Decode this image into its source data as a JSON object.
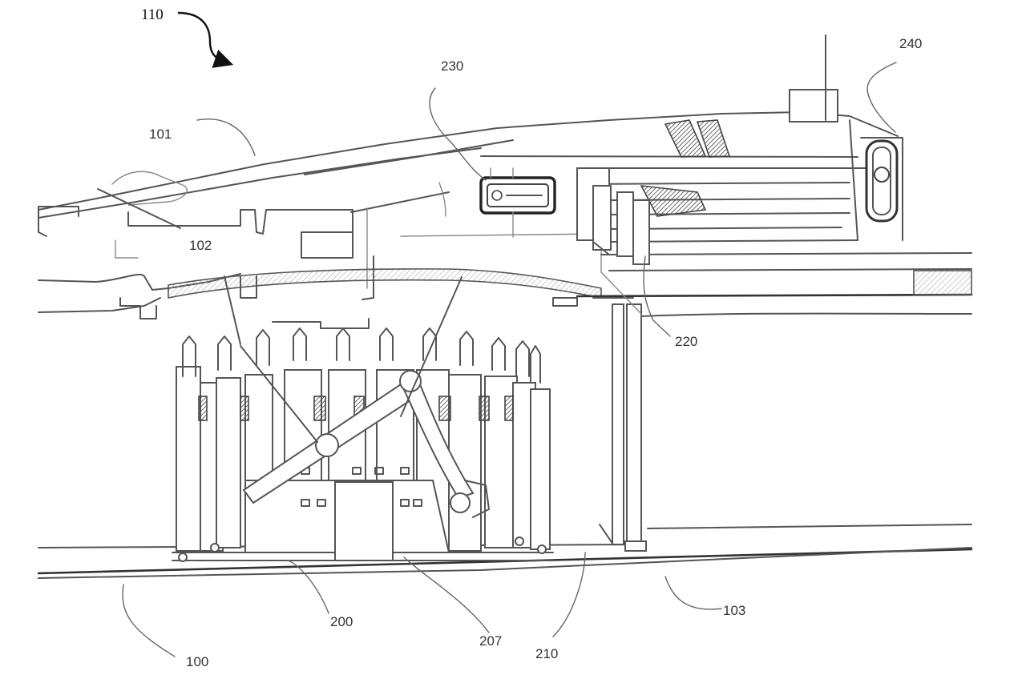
{
  "figure": {
    "title": "Gas turbine engine section with accessory components",
    "assembly_label": "110",
    "labels": [
      {
        "id": "label-100",
        "text": "100",
        "refers_to": "engine core outer casing line"
      },
      {
        "id": "label-101",
        "text": "101",
        "refers_to": "nacelle / outer cowl"
      },
      {
        "id": "label-102",
        "text": "102",
        "refers_to": "bypass duct region"
      },
      {
        "id": "label-103",
        "text": "103",
        "refers_to": "lower casing line"
      },
      {
        "id": "label-200",
        "text": "200",
        "refers_to": "accessory unit assembly"
      },
      {
        "id": "label-207",
        "text": "207",
        "refers_to": "accessory mount"
      },
      {
        "id": "label-210",
        "text": "210",
        "refers_to": "support structure"
      },
      {
        "id": "label-220",
        "text": "220",
        "refers_to": "strut / pylon link"
      },
      {
        "id": "label-230",
        "text": "230",
        "refers_to": "fastener / bracket"
      },
      {
        "id": "label-240",
        "text": "240",
        "refers_to": "rear mount bracket"
      }
    ]
  }
}
